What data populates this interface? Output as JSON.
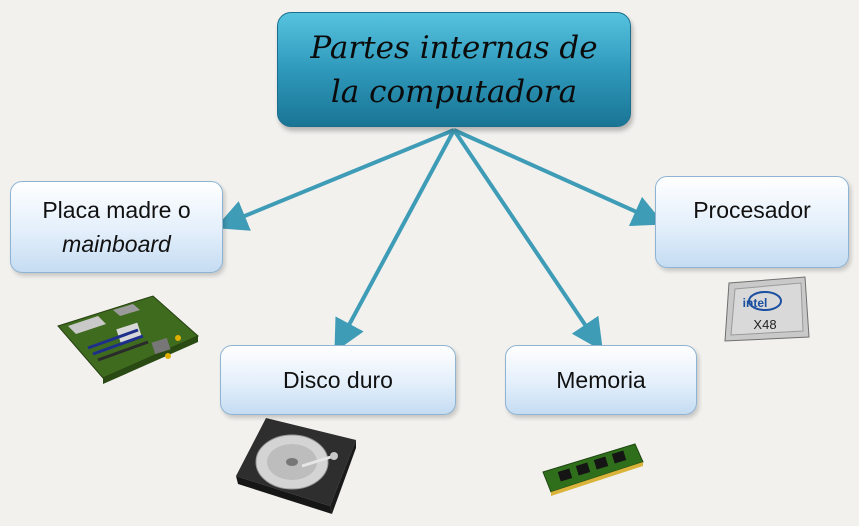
{
  "title": {
    "line1": "Partes internas de",
    "line2": "la computadora"
  },
  "nodes": {
    "mainboard": {
      "line1": "Placa madre o",
      "line2": "mainboard"
    },
    "disco": {
      "label": "Disco duro"
    },
    "memoria": {
      "label": "Memoria"
    },
    "procesador": {
      "label": "Procesador"
    }
  },
  "images": {
    "cpu_brand": "intel",
    "cpu_model": "X48"
  },
  "colors": {
    "arrow": "#3f9cb6",
    "title_fill": "#2f99bb",
    "node_border": "#8fb4d3"
  }
}
